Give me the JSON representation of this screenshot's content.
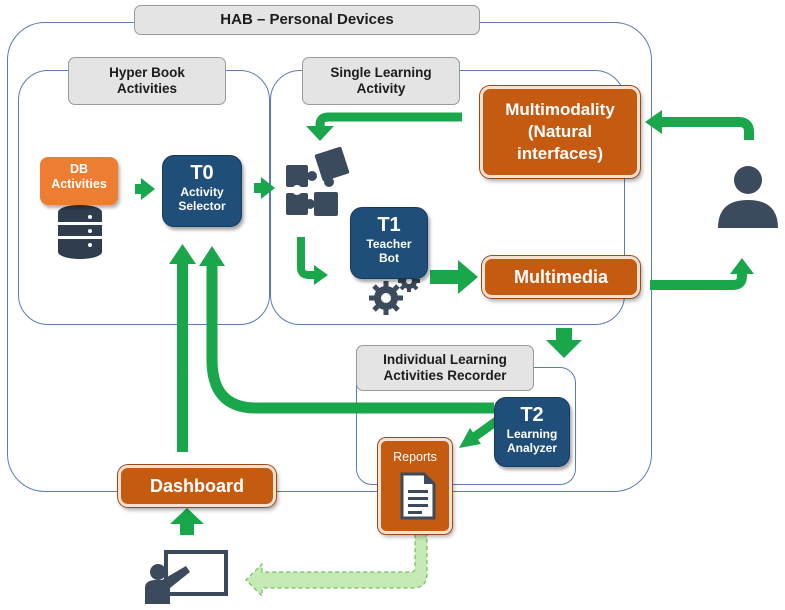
{
  "title": "HAB – Personal Devices",
  "groups": {
    "hyper_book": "Hyper Book Activities",
    "single_learning": "Single Learning Activity",
    "individual_recorder": "Individual Learning Activities Recorder"
  },
  "nodes": {
    "db": {
      "line1": "DB",
      "line2": "Activities"
    },
    "t0": {
      "code": "T0",
      "line1": "Activity",
      "line2": "Selector"
    },
    "t1": {
      "code": "T1",
      "line1": "Teacher",
      "line2": "Bot"
    },
    "t2": {
      "code": "T2",
      "line1": "Learning",
      "line2": "Analyzer"
    },
    "multimodality": {
      "line1": "Multimodality",
      "line2": "(Natural",
      "line3": "interfaces)"
    },
    "multimedia": "Multimedia",
    "dashboard": "Dashboard",
    "reports": "Reports"
  },
  "icons": [
    "database-icon",
    "puzzle-icon",
    "gears-icon",
    "user-icon",
    "document-icon",
    "teacher-icon"
  ],
  "colors": {
    "frame": "#5a7cb6",
    "arrow": "#1aa64a",
    "arrow_light": "#b6e3a6",
    "navy_box": "#1f4e79",
    "orange_box": "#c55a11",
    "db_box": "#ed7d31",
    "icon": "#3b4a5c"
  }
}
